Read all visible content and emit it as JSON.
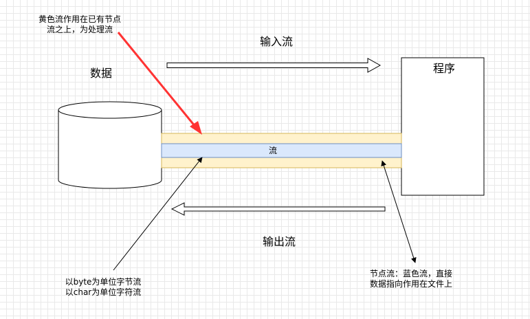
{
  "labels": {
    "yellow_note_line1": "黄色流作用在已有节点",
    "yellow_note_line2": "流之上，为处理流",
    "input_stream": "输入流",
    "data": "数据",
    "program": "程序",
    "stream": "流",
    "output_stream": "输出流",
    "byte_note_line1": "以byte为单位字节流",
    "byte_note_line2": "以char为单位字符流",
    "node_note_line1": "节点流：蓝色流，直接",
    "node_note_line2": "数据指向作用在文件上"
  },
  "colors": {
    "processing_stream_fill": "#fff2cc",
    "processing_stream_border": "#d6b656",
    "node_stream_fill": "#dae8fc",
    "node_stream_border": "#6c8ebf",
    "red_arrow": "#ff3333",
    "line": "#000000"
  }
}
